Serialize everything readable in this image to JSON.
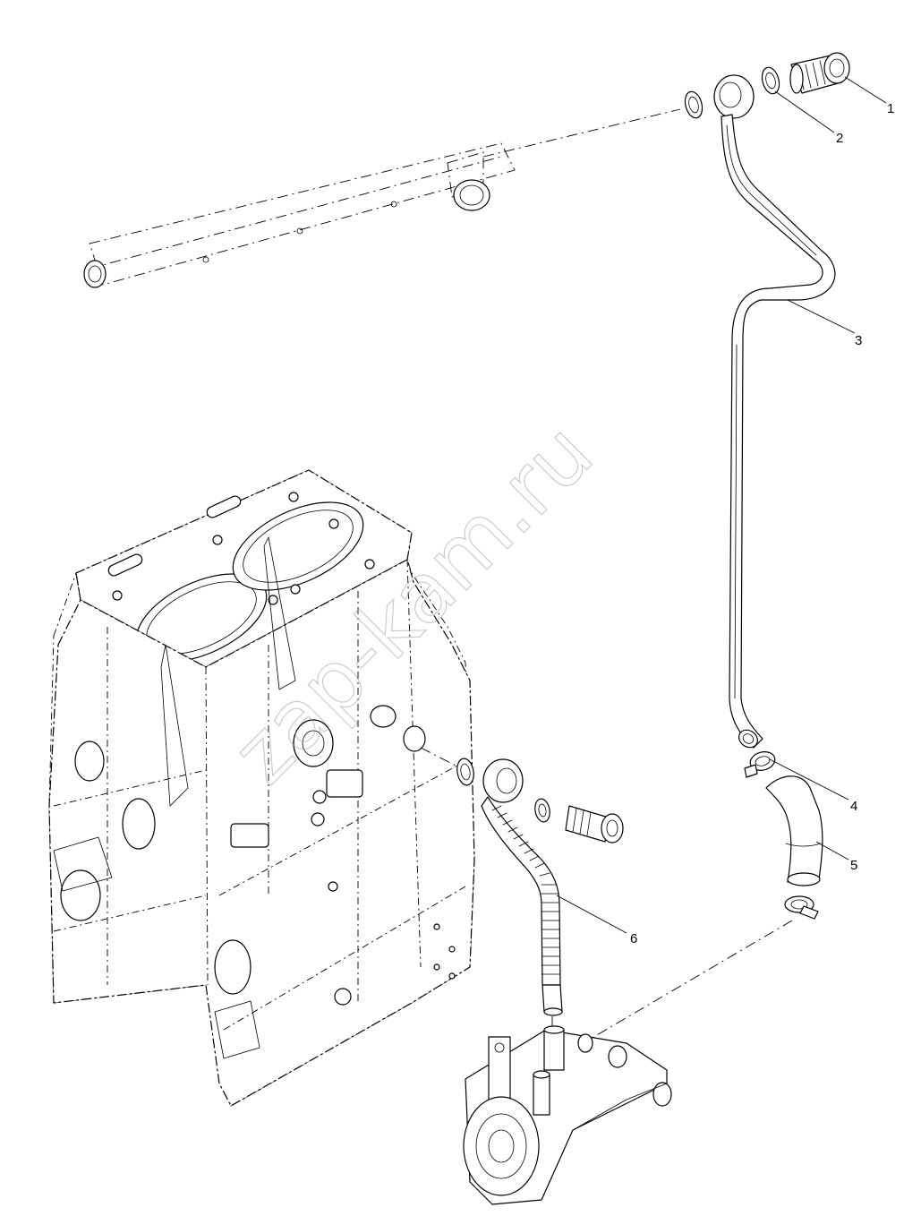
{
  "watermark": "zap-kam.ru",
  "callouts": [
    "1",
    "2",
    "3",
    "4",
    "5",
    "6"
  ]
}
